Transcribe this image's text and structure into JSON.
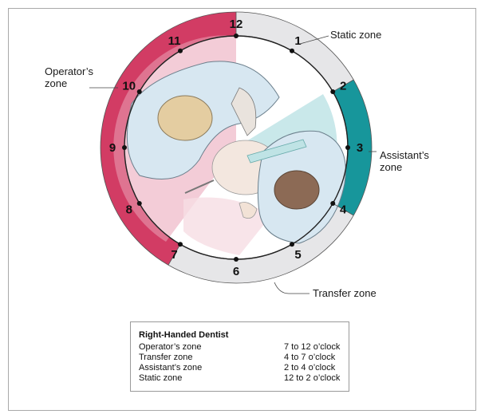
{
  "clock_numbers": [
    "12",
    "1",
    "2",
    "3",
    "4",
    "5",
    "6",
    "7",
    "8",
    "9",
    "10",
    "11"
  ],
  "zones": {
    "static": {
      "label": "Static zone",
      "color": "#e6e6e8"
    },
    "operator": {
      "label": "Operator’s\nzone",
      "color": "#d23c64"
    },
    "assistant": {
      "label": "Assistant’s\nzone",
      "color": "#17969b"
    },
    "transfer": {
      "label": "Transfer zone",
      "color": "#e6e6e8"
    }
  },
  "legend": {
    "title": "Right-Handed Dentist",
    "rows": [
      {
        "zone": "Operator’s zone",
        "time": "7 to 12 o’clock"
      },
      {
        "zone": "Transfer zone",
        "time": "4 to 7 o’clock"
      },
      {
        "zone": "Assistant’s zone",
        "time": "2 to 4 o’clock"
      },
      {
        "zone": "Static zone",
        "time": "12 to 2 o’clock"
      }
    ]
  }
}
